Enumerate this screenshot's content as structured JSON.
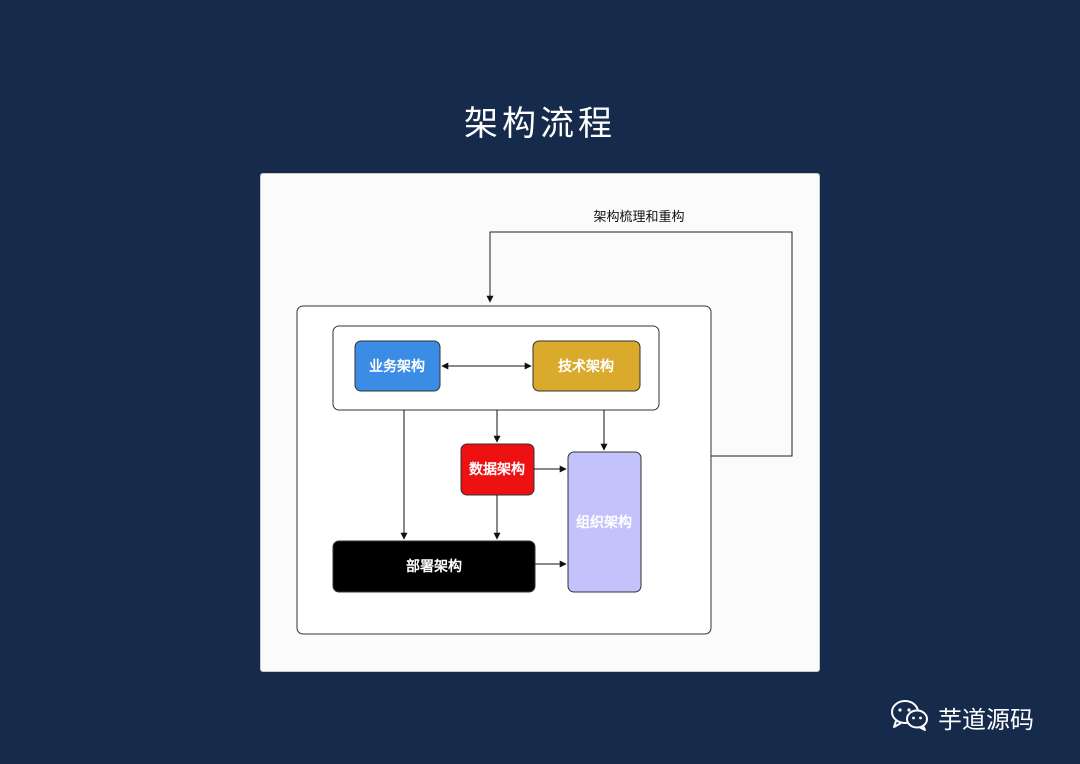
{
  "title": "架构流程",
  "diagram": {
    "loop_label": "架构梳理和重构",
    "nodes": {
      "business": {
        "label": "业务架构",
        "color": "#3b8ce4",
        "text_color": "#ffffff"
      },
      "technical": {
        "label": "技术架构",
        "color": "#d9aa2b",
        "text_color": "#ffffff"
      },
      "data": {
        "label": "数据架构",
        "color": "#ee1111",
        "text_color": "#ffffff"
      },
      "deployment": {
        "label": "部署架构",
        "color": "#000000",
        "text_color": "#ffffff"
      },
      "organization": {
        "label": "组织架构",
        "color": "#c3c2fb",
        "text_color": "#ffffff"
      }
    }
  },
  "footer": {
    "icon": "wechat-icon",
    "brand": "芋道源码"
  }
}
